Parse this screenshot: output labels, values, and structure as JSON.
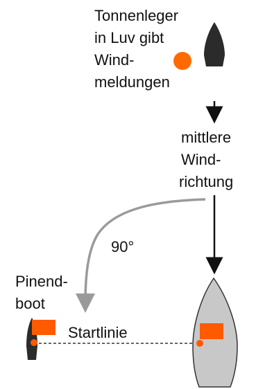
{
  "labels": {
    "buoy_layer_line1": "Tonnenleger",
    "buoy_layer_line2": "in Luv gibt",
    "buoy_layer_line3": "Wind-",
    "buoy_layer_line4": "meldungen",
    "wind_line1": "mittlere",
    "wind_line2": "Wind-",
    "wind_line3": "richtung",
    "angle": "90°",
    "pin_boat_line1": "Pinend-",
    "pin_boat_line2": "boot",
    "start_line": "Startlinie"
  },
  "colors": {
    "dark_boat": "#2b2b2b",
    "committee_boat_fill": "#c8c8c8",
    "committee_boat_stroke": "#333333",
    "flag_orange": "#ff5a00",
    "buoy_orange": "#ff6a00",
    "curved_arrow": "#9a9a9a",
    "wind_arrow": "#111111",
    "start_line": "#333333"
  }
}
